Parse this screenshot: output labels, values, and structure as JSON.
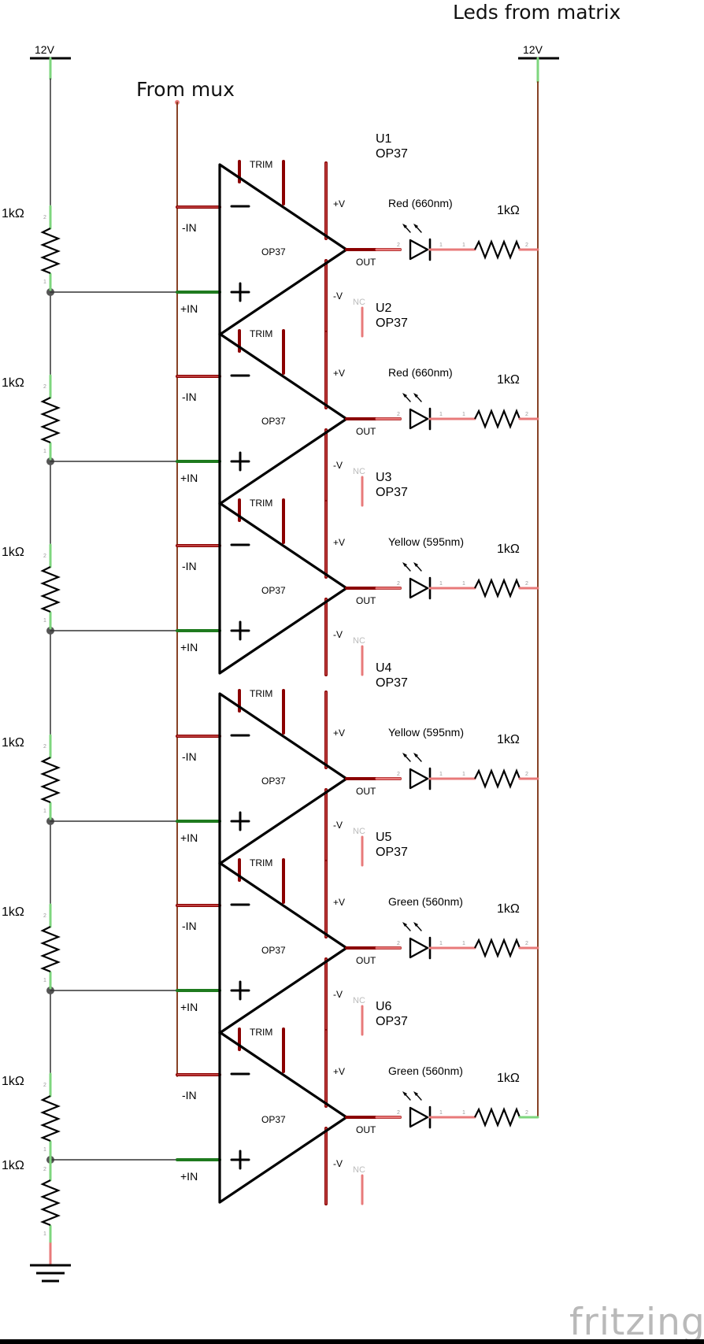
{
  "title": "Leds from matrix",
  "mux_label": "From mux",
  "supply_left": "12V",
  "supply_right": "12V",
  "brand": "fritzing",
  "input_resistors": [
    "1kΩ",
    "1kΩ",
    "1kΩ",
    "1kΩ",
    "1kΩ",
    "1kΩ",
    "1kΩ"
  ],
  "opamps": [
    {
      "ref": "U1",
      "part": "OP37",
      "body": "OP37",
      "led": "Red (660nm)",
      "res": "1kΩ"
    },
    {
      "ref": "U2",
      "part": "OP37",
      "body": "OP37",
      "led": "Red (660nm)",
      "res": "1kΩ"
    },
    {
      "ref": "U3",
      "part": "OP37",
      "body": "OP37",
      "led": "Yellow (595nm)",
      "res": "1kΩ"
    },
    {
      "ref": "U4",
      "part": "OP37",
      "body": "OP37",
      "led": "Yellow (595nm)",
      "res": "1kΩ"
    },
    {
      "ref": "U5",
      "part": "OP37",
      "body": "OP37",
      "led": "Green (560nm)",
      "res": "1kΩ"
    },
    {
      "ref": "U6",
      "part": "OP37",
      "body": "OP37",
      "led": "Green (560nm)",
      "res": "1kΩ"
    }
  ],
  "pin_labels": {
    "trim": "TRIM",
    "vplus": "+V",
    "vminus": "-V",
    "inminus": "-IN",
    "inplus": "+IN",
    "out": "OUT",
    "nc": "NC",
    "minus": "−",
    "plus": "+"
  },
  "pin_nums": {
    "one": "1",
    "two": "2"
  },
  "colors": {
    "wire_red": "#8b0000",
    "wire_red_light": "#e87a7a",
    "wire_green": "#1e7a1e",
    "wire_green_light": "#7ed67e",
    "wire_brown": "#7a2e0e",
    "wire_dark": "#333333",
    "nc_gray": "#bbbbbb"
  }
}
